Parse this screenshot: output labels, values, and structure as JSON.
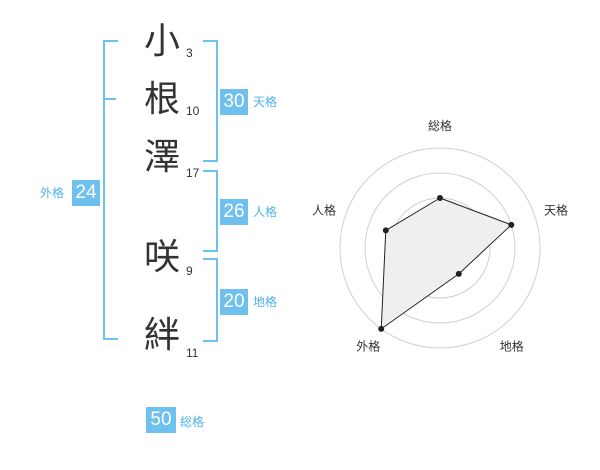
{
  "name_chars": [
    {
      "char": "小",
      "strokes": "3"
    },
    {
      "char": "根",
      "strokes": "10"
    },
    {
      "char": "澤",
      "strokes": "17"
    },
    {
      "char": "咲",
      "strokes": "9"
    },
    {
      "char": "絆",
      "strokes": "11"
    }
  ],
  "scores": {
    "tenkaku": {
      "value": "30",
      "label": "天格"
    },
    "jinkaku": {
      "value": "26",
      "label": "人格"
    },
    "chikaku": {
      "value": "20",
      "label": "地格"
    },
    "gaikaku": {
      "value": "24",
      "label": "外格"
    },
    "soukaku": {
      "value": "50",
      "label": "総格"
    }
  },
  "chart_data": {
    "type": "radar",
    "axes": [
      "総格",
      "天格",
      "地格",
      "外格",
      "人格"
    ],
    "values": [
      0.5,
      0.75,
      0.32,
      1.0,
      0.57
    ],
    "rings": 4
  },
  "colors": {
    "accent": "#6ec1ee",
    "label": "#4fb3e8",
    "grid": "#d0d0d0",
    "fill": "#efefef"
  }
}
